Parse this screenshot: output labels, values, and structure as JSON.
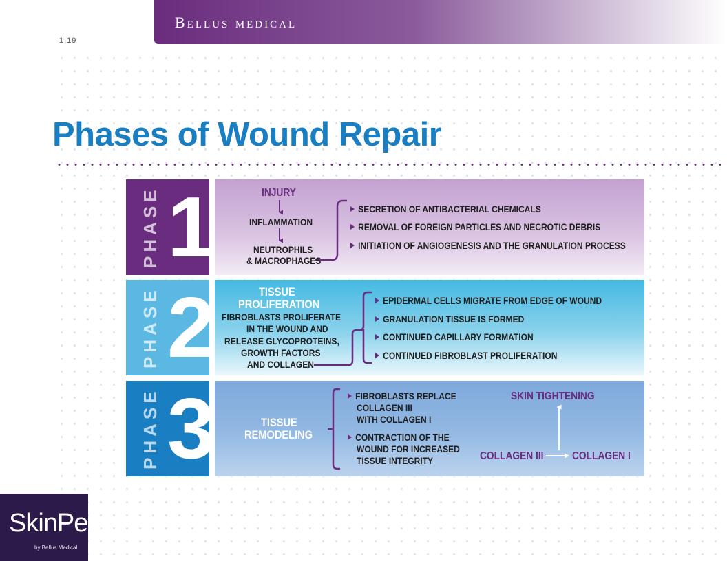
{
  "header": {
    "brand": "Bellus medical",
    "slide_number": "1.19"
  },
  "title": "Phases of Wound Repair",
  "phases": [
    {
      "word": "PHASE",
      "number": "1",
      "flow": [
        "INJURY",
        "INFLAMMATION",
        "NEUTROPHILS",
        "& MACROPHAGES"
      ],
      "bullets": [
        "SECRETION OF ANTIBACTERIAL CHEMICALS",
        "REMOVAL OF FOREIGN PARTICLES AND NECROTIC DEBRIS",
        "INITIATION OF ANGIOGENESIS AND THE GRANULATION PROCESS"
      ]
    },
    {
      "word": "PHASE",
      "number": "2",
      "heading": [
        "TISSUE",
        "PROLIFERATION"
      ],
      "description": [
        "FIBROBLASTS PROLIFERATE",
        "IN THE WOUND AND",
        "RELEASE GLYCOPROTEINS,",
        "GROWTH FACTORS",
        "AND COLLAGEN"
      ],
      "bullets": [
        "EPIDERMAL CELLS MIGRATE FROM EDGE OF WOUND",
        "GRANULATION TISSUE IS FORMED",
        "CONTINUED CAPILLARY FORMATION",
        "CONTINUED FIBROBLAST PROLIFERATION"
      ]
    },
    {
      "word": "PHASE",
      "number": "3",
      "heading": [
        "TISSUE",
        "REMODELING"
      ],
      "bullet1": [
        "FIBROBLASTS REPLACE",
        "COLLAGEN III",
        "WITH COLLAGEN I"
      ],
      "bullet2": [
        "CONTRACTION OF THE",
        "WOUND FOR INCREASED",
        "TISSUE INTEGRITY"
      ],
      "outcome": {
        "top": "SKIN TIGHTENING",
        "left": "COLLAGEN III",
        "right": "COLLAGEN I"
      }
    }
  ],
  "logo": {
    "name": "SkinPen",
    "tagline": "by Bellus Medical"
  },
  "colors": {
    "purple": "#6a2c7e",
    "light_blue": "#5bb8e3",
    "dark_blue": "#1a7ec2",
    "title": "#1a7ec2"
  }
}
